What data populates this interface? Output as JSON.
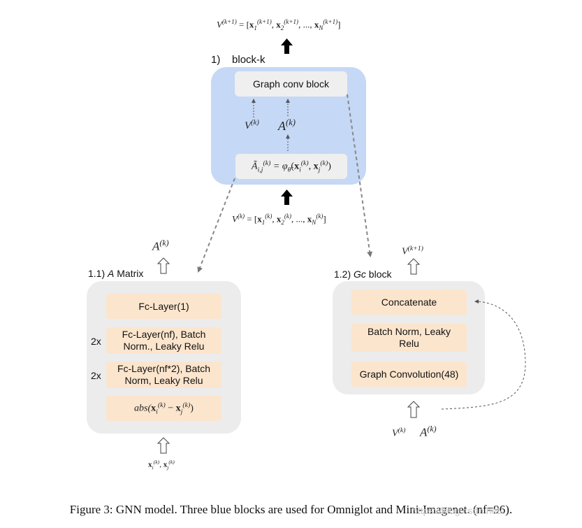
{
  "top_output": {
    "math_V": "V",
    "math_sup": "(k+1)",
    "math_eq": " = [",
    "math_x1": "x",
    "math_x1_sub": "1",
    "math_x1_sup": "(k+1)",
    "math_x2": "x",
    "math_x2_sub": "2",
    "math_x2_sup": "(k+1)",
    "math_dots": ", ..., ",
    "math_xN": "x",
    "math_xN_sub": "N",
    "math_xN_sup": "(k+1)",
    "math_close": "]"
  },
  "block_k": {
    "number": "1)",
    "title": "block-k",
    "graph_conv_label": "Graph conv block",
    "v_label": "V",
    "v_sup": "(k)",
    "a_label": "A",
    "a_sup": "(k)",
    "formula_A": "Ã",
    "formula_A_sub": "i,j",
    "formula_A_sup": "(k)",
    "formula_mid": " = φ",
    "formula_phi_sub": "θ̃",
    "formula_args_open": "(",
    "formula_xi": "x",
    "formula_xi_sub": "i",
    "formula_xi_sup": "(k)",
    "formula_comma": ", ",
    "formula_xj": "x",
    "formula_xj_sub": "j",
    "formula_xj_sup": "(k)",
    "formula_args_close": ")"
  },
  "block_input": {
    "math_V": "V",
    "math_sup": "(k)",
    "math_eq": " = [",
    "math_x1": "x",
    "math_x1_sub": "1",
    "math_x1_sup": "(k)",
    "math_x2": "x",
    "math_x2_sub": "2",
    "math_x2_sup": "(k)",
    "math_dots": ", ..., ",
    "math_xN": "x",
    "math_xN_sub": "N",
    "math_xN_sup": "(k)",
    "math_close": "]"
  },
  "a_matrix": {
    "number": "1.1)",
    "title_italic": "A",
    "title_rest": " Matrix",
    "output_label": "A",
    "output_sup": "(k)",
    "layers": [
      {
        "label": "Fc-Layer(1)",
        "repeat": ""
      },
      {
        "label": "Fc-Layer(nf), Batch Norm., Leaky Relu",
        "repeat": "2x"
      },
      {
        "label": "Fc-Layer(nf*2), Batch Norm, Leaky Relu",
        "repeat": "2x"
      }
    ],
    "abs_fn": "abs(",
    "abs_xi": "x",
    "abs_xi_sub": "i",
    "abs_xi_sup": "(k)",
    "abs_minus": " − ",
    "abs_xj": "x",
    "abs_xj_sub": "j",
    "abs_xj_sup": "(k)",
    "abs_close": ")",
    "input_xi": "x",
    "input_xi_sub": "i",
    "input_xi_sup": "(k)",
    "input_comma": ", ",
    "input_xj": "x",
    "input_xj_sub": "j",
    "input_xj_sup": "(k)"
  },
  "gc_block": {
    "number": "1.2)",
    "title_italic": "Gc",
    "title_rest": " block",
    "output_label": "V",
    "output_sup": "(k+1)",
    "layers": [
      {
        "label": "Concatenate"
      },
      {
        "label": "Batch Norm, Leaky Relu"
      },
      {
        "label": "Graph Convolution(48)"
      }
    ],
    "input_v": "V",
    "input_v_sup": "(k)",
    "input_a": "A",
    "input_a_sup": "(k)"
  },
  "caption": "Figure 3: GNN model. Three blue blocks are used for Omniglot and Mini-Imagenet. (nf=96).",
  "watermark": "https://blog.csdn.net/..."
}
